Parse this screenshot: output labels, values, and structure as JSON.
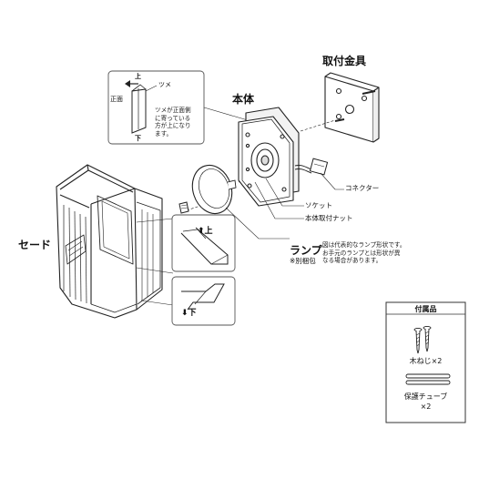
{
  "labels": {
    "mount_bracket": "取付金具",
    "body": "本体",
    "shade": "セード",
    "lamp": "ランプ",
    "lamp_separate": "※別梱包",
    "connector": "コネクター",
    "socket": "ソケット",
    "body_nut": "本体取付ナット"
  },
  "inset": {
    "up": "上",
    "down": "下",
    "front": "正面",
    "claw": "ツメ",
    "note_lines": [
      "ツメが正面側",
      "に寄っている",
      "方が上になり",
      "ます。"
    ]
  },
  "lamp_note": [
    "図は代表的なランプ形状です。",
    "お手元のランプとは形状が異",
    "なる場合があります。"
  ],
  "detail_up": "上",
  "detail_down": "下",
  "accessories": {
    "title": "付属品",
    "screw": "木ねじ×2",
    "tube_line1": "保護チューブ",
    "tube_line2": "×2"
  },
  "symbols": {
    "up_arrow": "⬆",
    "down_arrow": "⬇"
  }
}
